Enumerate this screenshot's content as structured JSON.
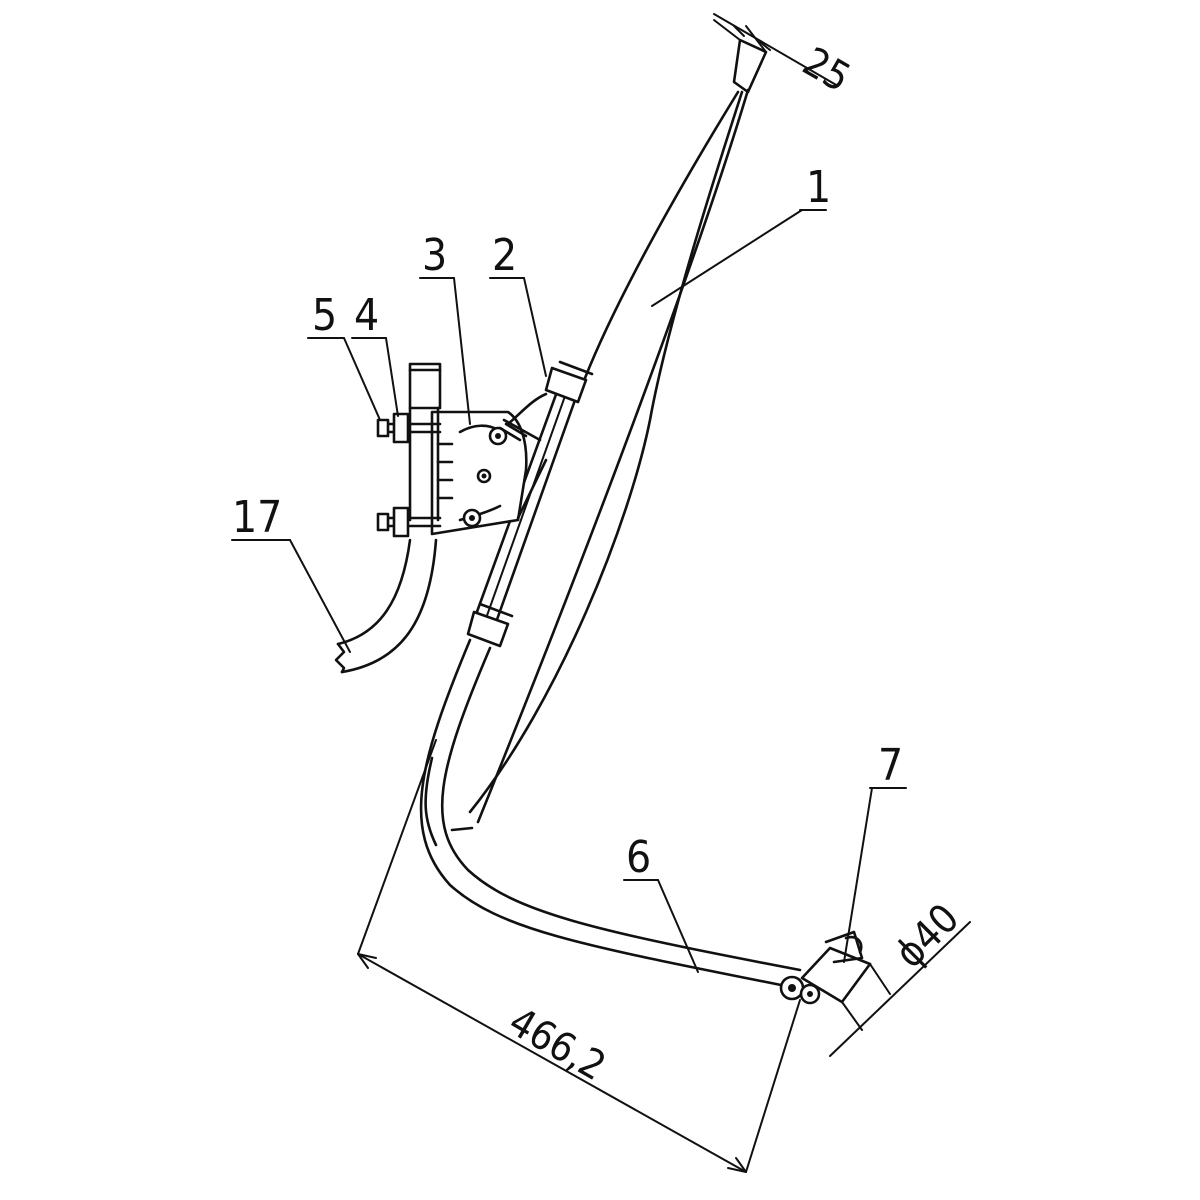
{
  "callouts": {
    "part_1": "1",
    "part_2": "2",
    "part_3": "3",
    "part_4": "4",
    "part_5": "5",
    "part_6": "6",
    "part_7": "7",
    "part_17": "17"
  },
  "dimensions": {
    "tip_width": "25",
    "span_length": "466,2",
    "pin_diameter": "ϕ40"
  }
}
